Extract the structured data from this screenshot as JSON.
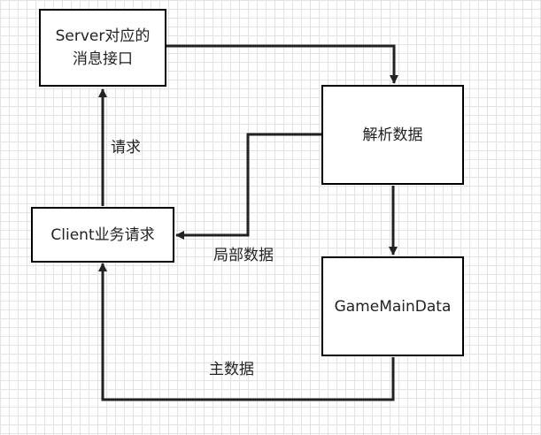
{
  "nodes": {
    "server": "Server对应的消息接口",
    "parse": "解析数据",
    "client": "Client业务请求",
    "gamemain": "GameMainData"
  },
  "edges": {
    "request": "请求",
    "local_data": "局部数据",
    "main_data": "主数据"
  }
}
